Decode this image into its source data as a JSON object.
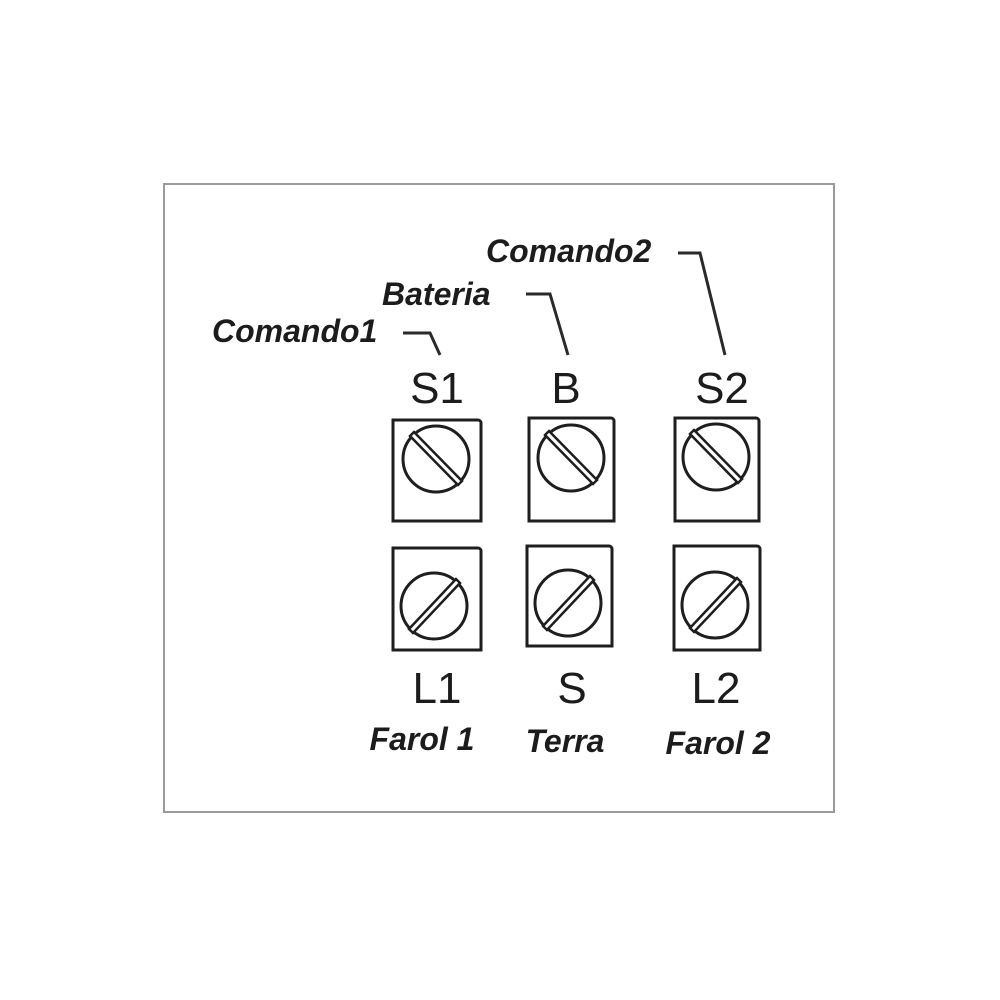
{
  "terminals": {
    "top": [
      {
        "code": "S1",
        "label": "Comando1"
      },
      {
        "code": "B",
        "label": "Bateria"
      },
      {
        "code": "S2",
        "label": "Comando2"
      }
    ],
    "bottom": [
      {
        "code": "L1",
        "label": "Farol 1"
      },
      {
        "code": "S",
        "label": "Terra"
      },
      {
        "code": "L2",
        "label": "Farol 2"
      }
    ]
  }
}
